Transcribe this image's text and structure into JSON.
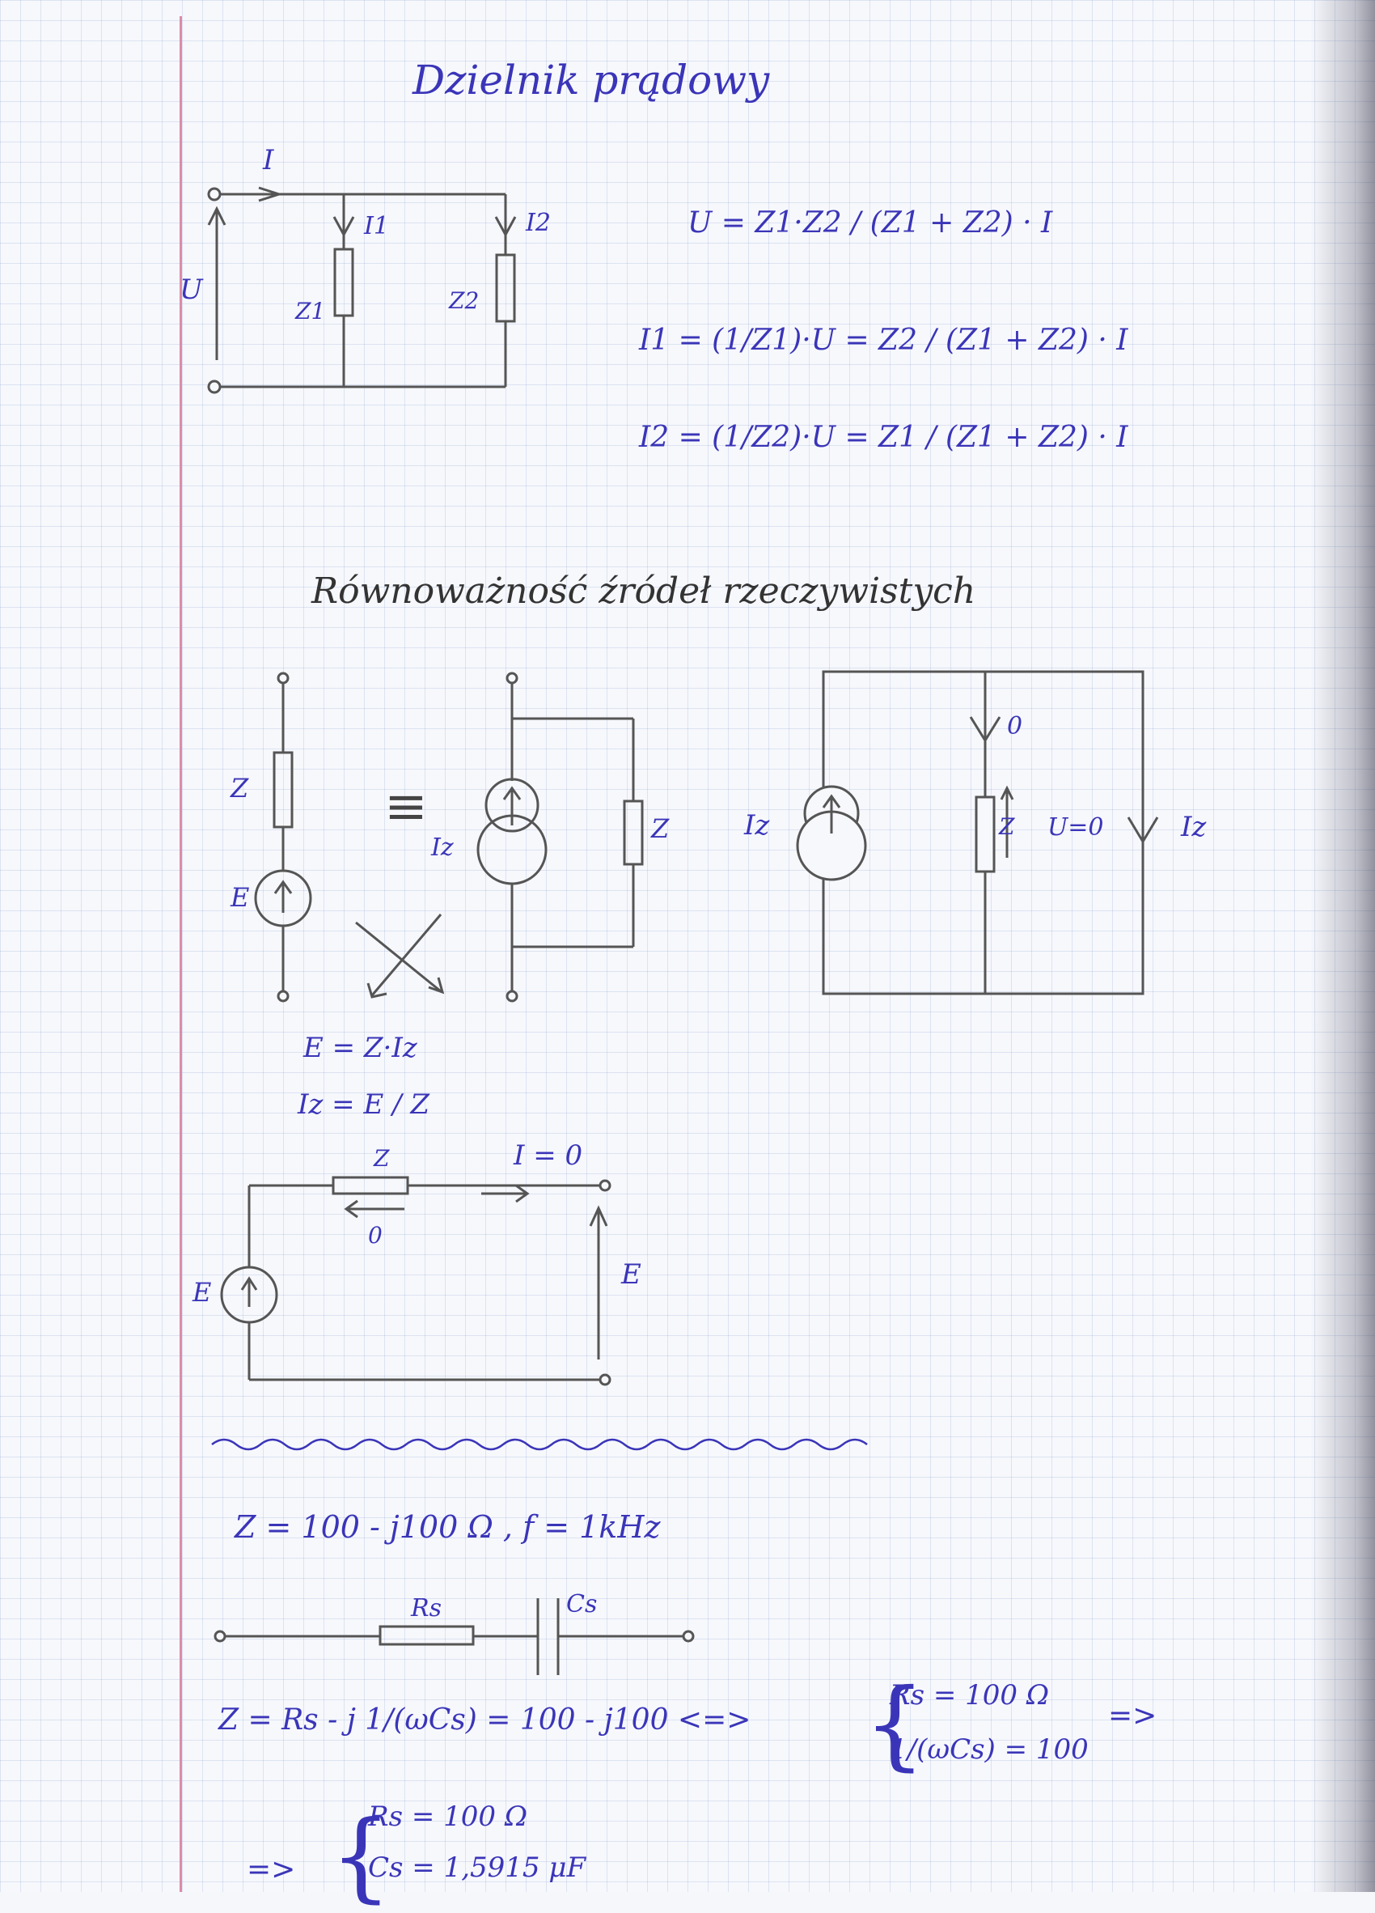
{
  "page": {
    "title": "Dzielnik prądowy",
    "section2_title": "Równoważność źródeł rzeczywistych"
  },
  "divider": {
    "labels": {
      "I": "I",
      "U": "U",
      "I1": "I1",
      "I2": "I2",
      "Z1": "Z1",
      "Z2": "Z2"
    },
    "formulas": [
      "U = Z1·Z2 / (Z1 + Z2) · I",
      "I1 = (1/Z1)·U = Z2 / (Z1 + Z2) · I",
      "I2 = (1/Z2)·U = Z1 / (Z1 + Z2) · I"
    ]
  },
  "equivalence": {
    "labels": {
      "Z": "Z",
      "E": "E",
      "equiv": "≡",
      "Iz": "Iz",
      "zero": "0",
      "U0": "U=0"
    },
    "relations": [
      "E = Z·Iz",
      "Iz = E / Z"
    ],
    "open_circuit": {
      "current": "I = 0",
      "zero": "0",
      "E": "E",
      "Z": "Z"
    }
  },
  "example": {
    "given": "Z = 100 - j100 Ω , f = 1kHz",
    "labels": {
      "Rs": "Rs",
      "Cs": "Cs"
    },
    "eq1": "Z = Rs - j 1/(ωCs) = 100 - j100 <=>",
    "system1": [
      "Rs = 100 Ω",
      "1/(ωCs) = 100"
    ],
    "arrow": "=>",
    "result_prefix": "=>",
    "results": [
      "Rs = 100 Ω",
      "Cs = 1,5915 μF"
    ]
  }
}
